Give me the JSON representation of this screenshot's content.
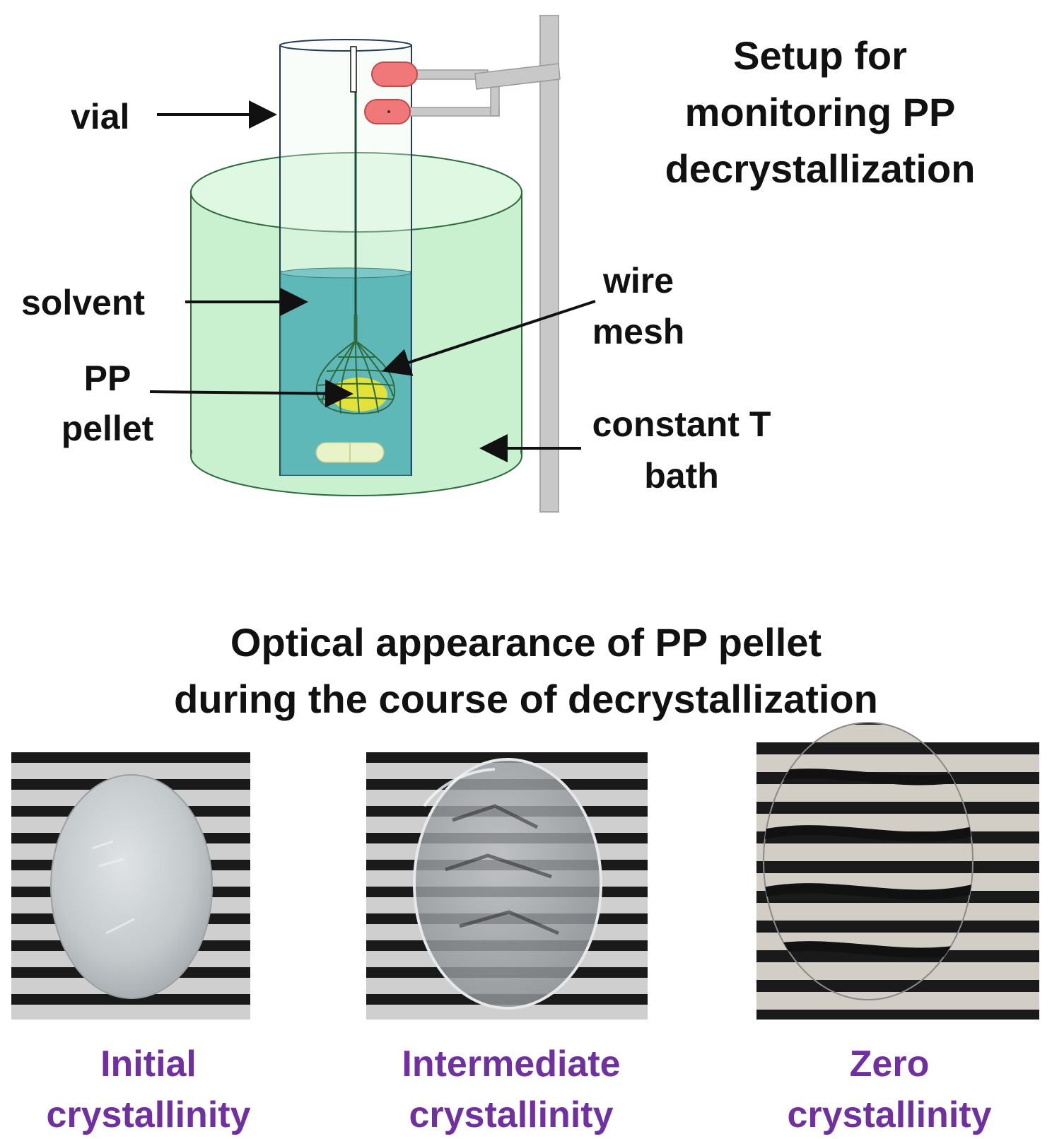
{
  "setup": {
    "title_lines": [
      "Setup for",
      "monitoring PP",
      "decrystallization"
    ],
    "labels": {
      "vial": "vial",
      "solvent": "solvent",
      "pp_pellet_lines": [
        "PP",
        "pellet"
      ],
      "wire_mesh_lines": [
        "wire",
        "mesh"
      ],
      "bath_lines": [
        "constant T",
        "bath"
      ]
    }
  },
  "optical": {
    "title_lines": [
      "Optical appearance of PP pellet",
      "during the course of decrystallization"
    ],
    "panels": [
      {
        "caption_lines": [
          "Initial",
          "crystallinity"
        ]
      },
      {
        "caption_lines": [
          "Intermediate",
          "crystallinity"
        ]
      },
      {
        "caption_lines": [
          "Zero",
          "crystallinity"
        ]
      }
    ],
    "caption_color": "#7030a0"
  },
  "colors": {
    "bath": "#c9f0cf",
    "bath_top": "#def8e2",
    "solvent": "#5fb8b8",
    "pellet": "#e2e23a",
    "clamp": "#f07878",
    "stand": "#c8c8c8"
  }
}
